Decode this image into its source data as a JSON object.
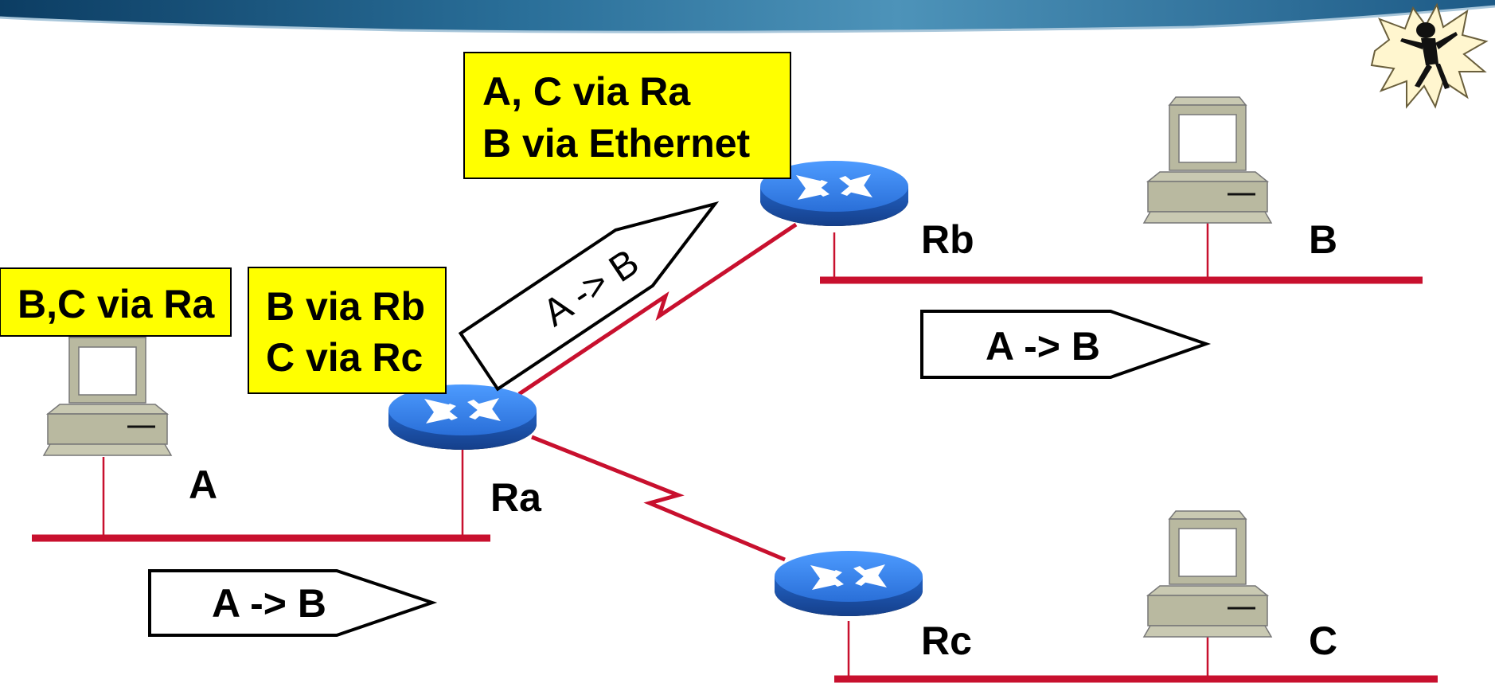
{
  "routing_tables": {
    "host_a": "B,C via Ra",
    "ra_line1": "B via Rb",
    "ra_line2": "C via Rc",
    "rb_line1": "A, C via Ra",
    "rb_line2": "B via Ethernet"
  },
  "nodes": {
    "host_a": "A",
    "host_b": "B",
    "host_c": "C",
    "router_ra": "Ra",
    "router_rb": "Rb",
    "router_rc": "Rc"
  },
  "packets": {
    "lan_a": "A -> B",
    "wan_ra_rb": "A -> B",
    "lan_b": "A -> B"
  },
  "colors": {
    "network_link": "#c8102e",
    "routing_table_bg": "#ffff00",
    "router": "#2f7fe6",
    "host": "#b9b9a0"
  },
  "icons": {
    "router": "router-icon",
    "host": "desktop-computer-icon",
    "logo": "juggler-mascot-logo"
  }
}
